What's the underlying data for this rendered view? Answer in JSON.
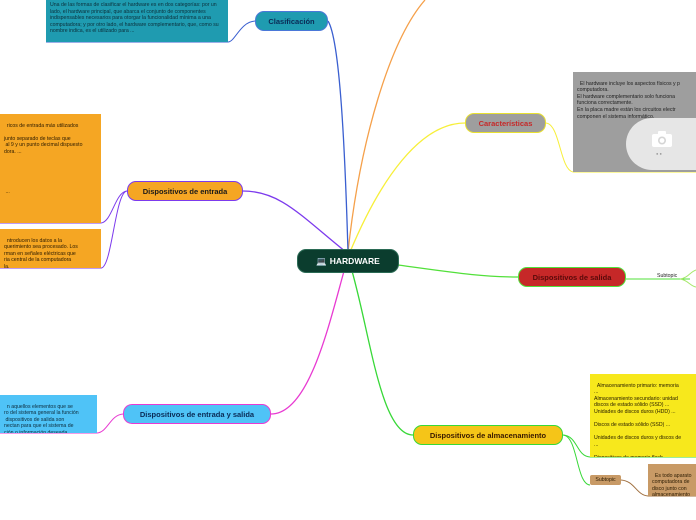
{
  "central": {
    "label": "HARDWARE",
    "icon": "💻"
  },
  "branches": {
    "clasificacion": {
      "label": "Clasificación"
    },
    "caracteristicas": {
      "label": "Características"
    },
    "entrada": {
      "label": "Dispositivos de entrada"
    },
    "salida": {
      "label": "Dispositivos de salida"
    },
    "entrada_salida": {
      "label": "Dispositivos de entrada y salida"
    },
    "almacenamiento": {
      "label": "Dispositivos de almacenamiento"
    }
  },
  "notes": {
    "clasificacion": "Una de las formas de clasificar el hardware es en dos categorías: por un lado, el hardware principal, que abarca el conjunto de componentes indispensables necesarios para otorgar la funcionalidad mínima a una computadora; y por otro lado, el hardware complementario, que, como su nombre indica, es el utilizado para ...",
    "caracteristicas": "El hardware incluye los aspectos físicos y p\ncomputadora.\nEl hardware complementario solo funciona\nfunciona correctamente.\nEn la placa madre están los circuitos electr\ncomponen el sistema informático.",
    "entrada_1": "ricos de entrada más utilizados\n\njunto separado de teclas que\n al 9 y un punto decimal dispuesto\ndora. ...\n\n\n\n\n\n ...",
    "entrada_2": "ntroducen los datos a la\nquerimiento sea procesado. Los\nrman en señales eléctricas que\nria central de la computadora\nla.",
    "entrada_salida": "n aquellos elementos que se\nro del sistema general la función\n dispositivos de salida son\nnectan para que el sistema de\nción o información deseada.",
    "almacenamiento": "Almacenamiento primario: memoria\n...\nAlmacenamiento secundario: unidad\ndiscos de estado sólido (SSD) ...\nUnidades de discos duros (HDD) ...\n\nDiscos de estado sólido (SSD) ...\n\nUnidades de discos duros y discos de\n...\n\nDispositivos de memoria flash.",
    "subtopic_note": "Es todo aparato\ncomputadora de\ndisco junto con\nalmacenamiento"
  },
  "subtopics": {
    "salida": "Subtopic",
    "almacenamiento": "Subtopic"
  },
  "colors": {
    "central_bg": "#0b3d2e",
    "clasificacion": "#1f9bb0",
    "caracteristicas": "#9e9e9e",
    "entrada": "#f5a623",
    "salida": "#c62828",
    "entrada_salida": "#4fc3f7",
    "almacenamiento": "#f5c518"
  }
}
